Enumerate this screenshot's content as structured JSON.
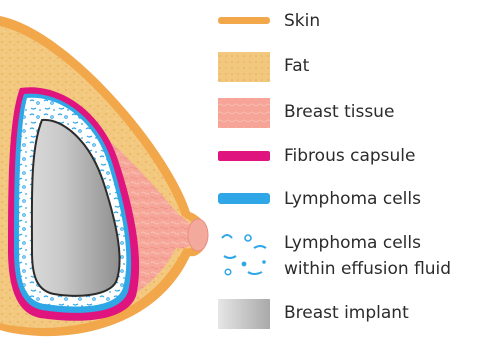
{
  "legend": [
    {
      "key": "skin",
      "label": "Skin",
      "color": "#f2a74a"
    },
    {
      "key": "fat",
      "label": "Fat",
      "color": "#f2c77e"
    },
    {
      "key": "breast_tissue",
      "label": "Breast tissue",
      "color": "#f6a498"
    },
    {
      "key": "fibrous_capsule",
      "label": "Fibrous capsule",
      "color": "#e0147e"
    },
    {
      "key": "lymphoma_cells",
      "label": "Lymphoma cells",
      "color": "#2fa6e6"
    },
    {
      "key": "lymphoma_effusion",
      "label_line1": "Lymphoma cells",
      "label_line2": "within effusion fluid",
      "color": "#2fa6e6"
    },
    {
      "key": "implant",
      "label": "Breast implant",
      "color": "#9a9a9a"
    }
  ]
}
